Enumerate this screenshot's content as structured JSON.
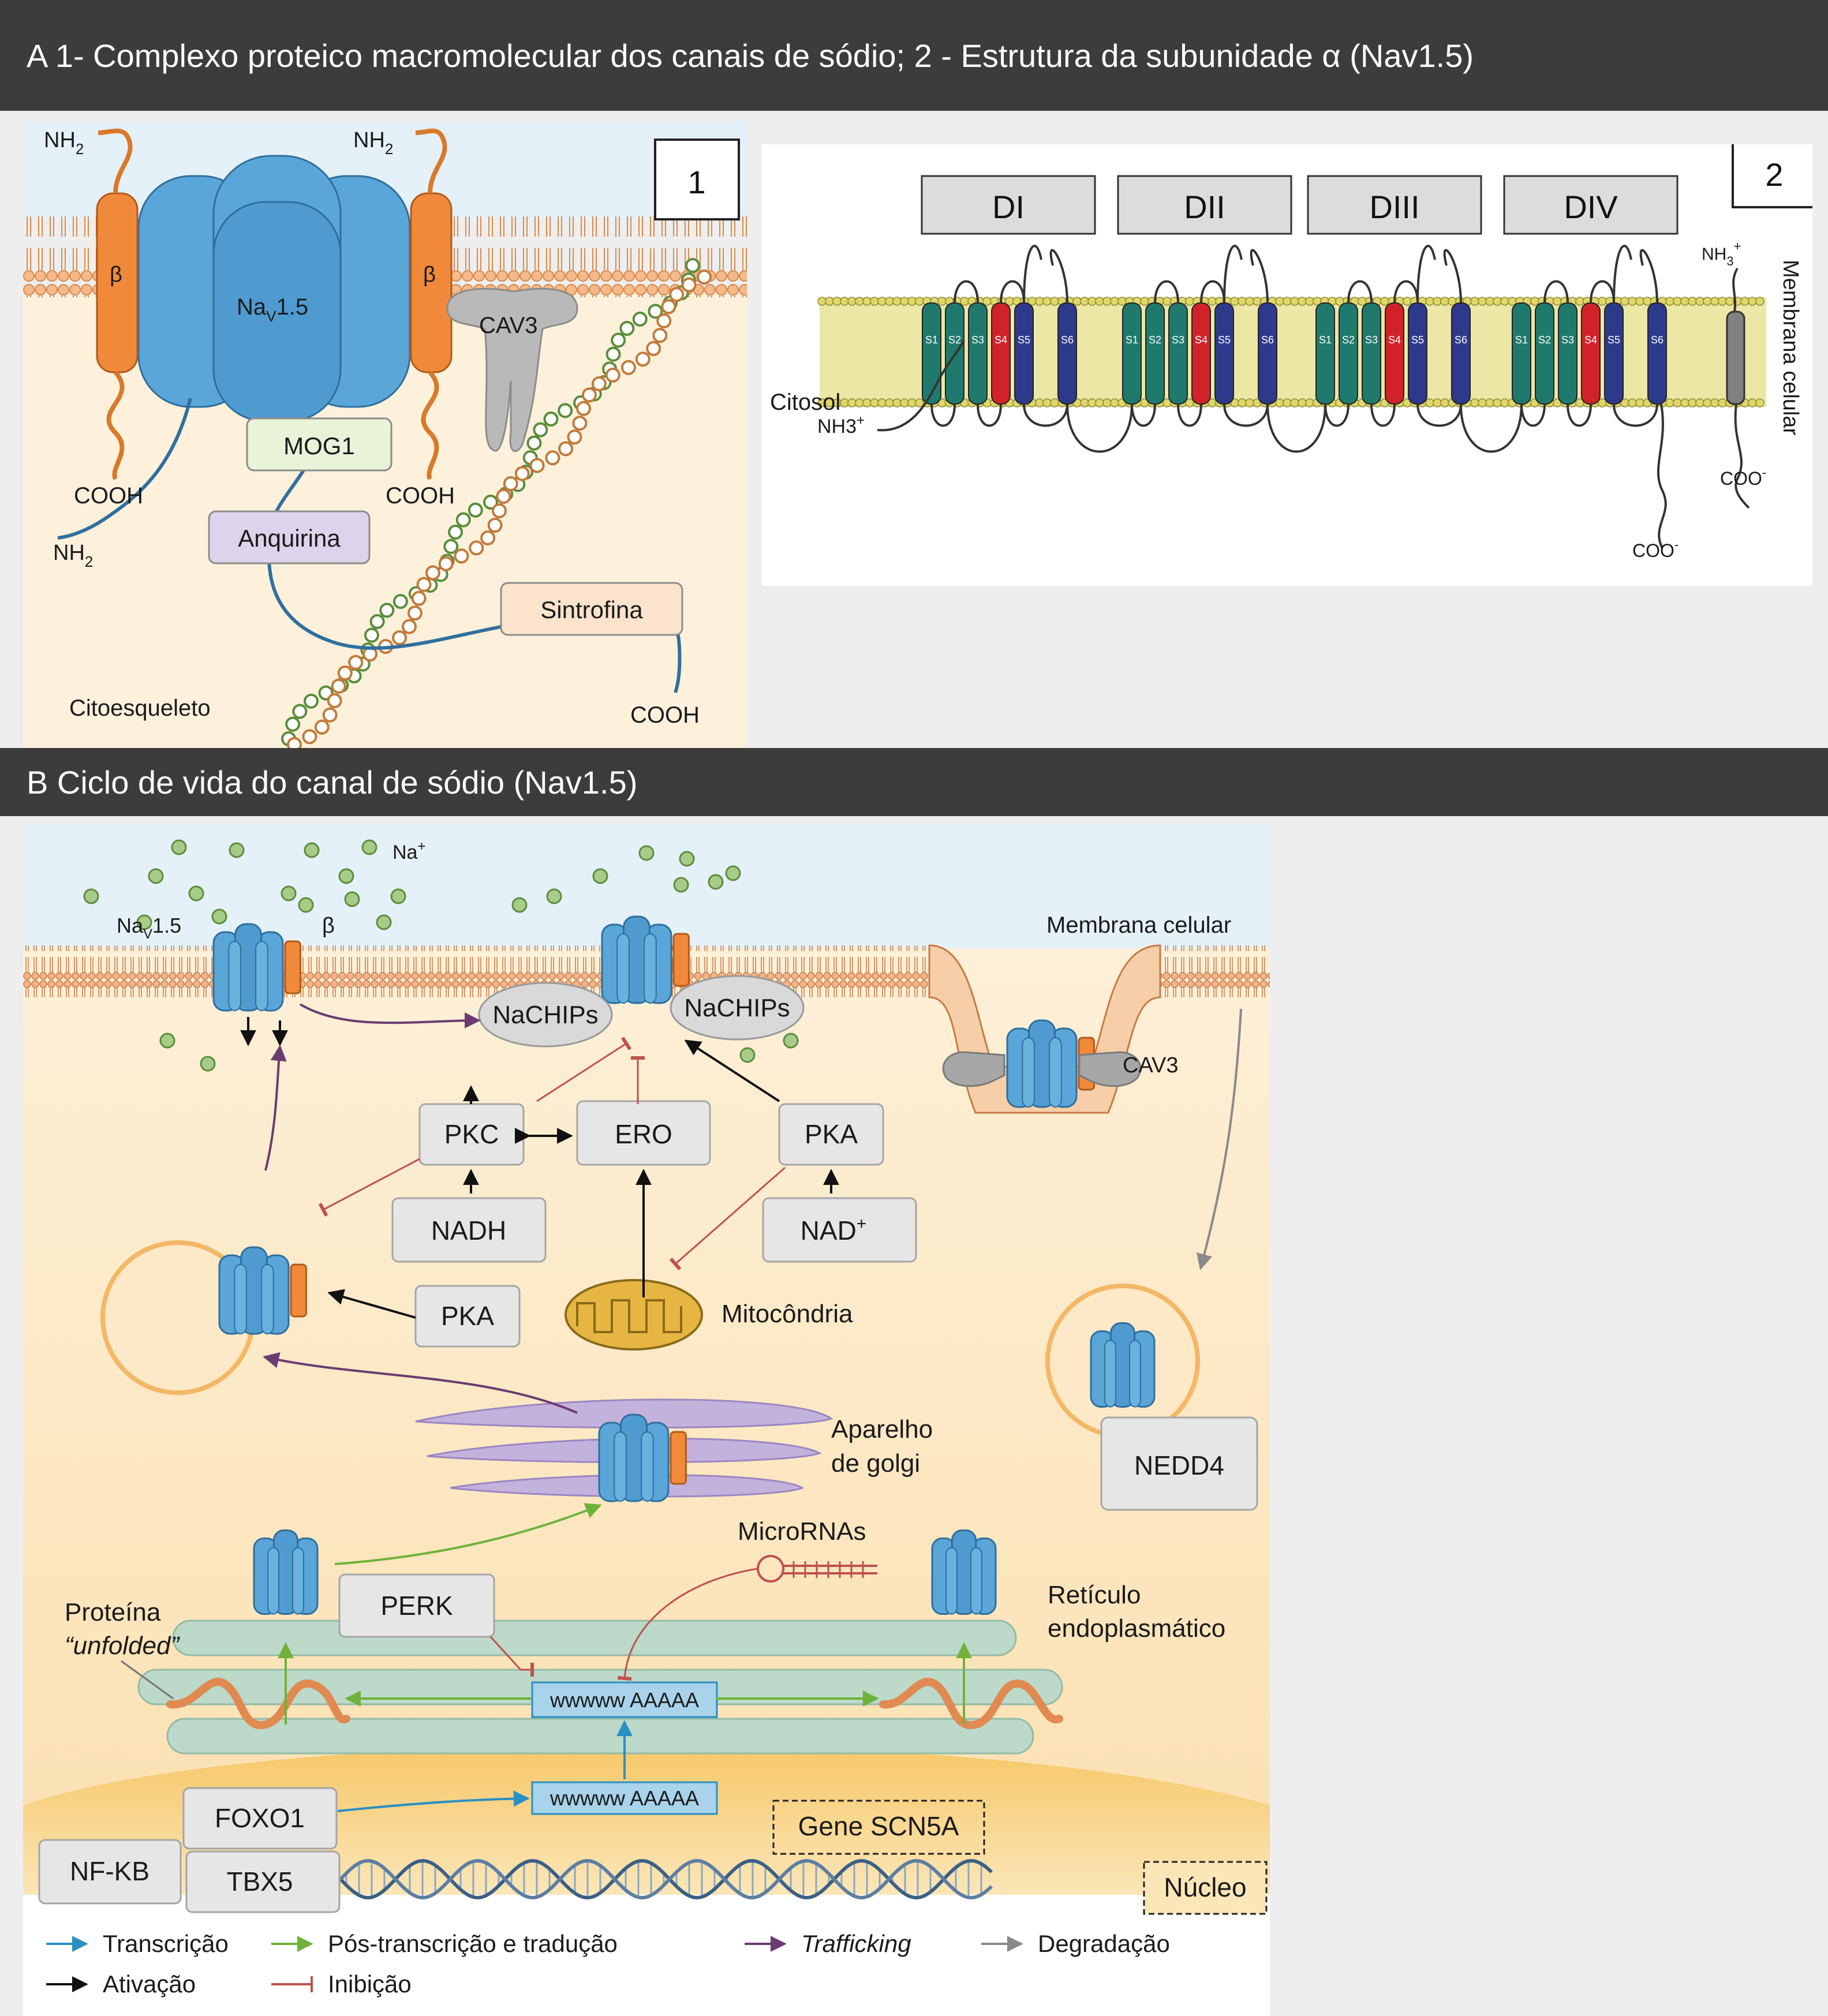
{
  "header_a": "A 1- Complexo proteico macromolecular dos canais de sódio; 2 - Estrutura da subunidade α (Nav1.5)",
  "header_b": "B Ciclo de vida do canal de sódio (Nav1.5)",
  "panel1": {
    "number": "1",
    "nh2_left": "NH",
    "nh2_right": "NH",
    "sub2": "2",
    "beta": "β",
    "nav": "Na",
    "nav_sub": "V",
    "nav_suffix": "1.5",
    "cav3": "CAV3",
    "mog1": "MOG1",
    "cooh_left": "COOH",
    "cooh_right": "COOH",
    "anquirina": "Anquirina",
    "nh2_bottom": "NH",
    "sintrofina": "Sintrofina",
    "citoesqueleto": "Citoesqueleto",
    "cooh_bottom": "COOH",
    "colors": {
      "channel": "#5aa6d9",
      "beta": "#f08a3a",
      "mog1": "#e8f3d8",
      "anquirina": "#ddd3ea",
      "sintrofina": "#fbe3cc",
      "cav3": "#b9b9b9"
    }
  },
  "panel2": {
    "number": "2",
    "domains": [
      "DI",
      "DII",
      "DIII",
      "DIV"
    ],
    "segments": [
      "S1",
      "S2",
      "S3",
      "S4",
      "S5",
      "S6"
    ],
    "citosol": "Citosol",
    "nh3": "NH3",
    "nh3_plus": "+",
    "nh3_top": "NH",
    "sub3": "3",
    "coo": "COO",
    "minus": "-",
    "membrana": "Membrana celular",
    "colors": {
      "s1_s3": "#1f7a6d",
      "s4": "#d1222a",
      "s5_s6": "#2d3a8c",
      "lipid": "#e0d76a"
    }
  },
  "panelB": {
    "na": "Na",
    "na_plus": "+",
    "nav": "Na",
    "nav_sub": "V",
    "nav_suffix": "1.5",
    "beta": "β",
    "membrana": "Membrana celular",
    "nachips_1": "NaCHIPs",
    "nachips_2": "NaCHIPs",
    "cav3": "CAV3",
    "pkc": "PKC",
    "ero": "ERO",
    "pka_top": "PKA",
    "nadh": "NADH",
    "nad": "NAD",
    "nad_plus": "+",
    "pka_left": "PKA",
    "mitocondria": "Mitocôndria",
    "aparelho_1": "Aparelho",
    "aparelho_2": "de golgi",
    "nedd4": "NEDD4",
    "micrornas": "MicroRNAs",
    "perk": "PERK",
    "proteina_1": "Proteína",
    "proteina_2": "“unfolded”",
    "reticulo_1": "Retículo",
    "reticulo_2": "endoplasmático",
    "mrna": "wwwww AAAAA",
    "foxo1": "FOXO1",
    "nfkb": "NF-KB",
    "tbx5": "TBX5",
    "gene": "Gene SCN5A",
    "nucleo": "Núcleo",
    "legend": [
      {
        "label": "Transcrição",
        "color": "#2b8fc4"
      },
      {
        "label": "Pós-transcrição e tradução",
        "color": "#6fb23a"
      },
      {
        "label": "Trafficking",
        "color": "#6b3c72"
      },
      {
        "label": "Degradação",
        "color": "#8a8a8a"
      },
      {
        "label": "Ativação",
        "color": "#111111"
      },
      {
        "label": "Inibição",
        "color": "#c0504d"
      }
    ]
  }
}
